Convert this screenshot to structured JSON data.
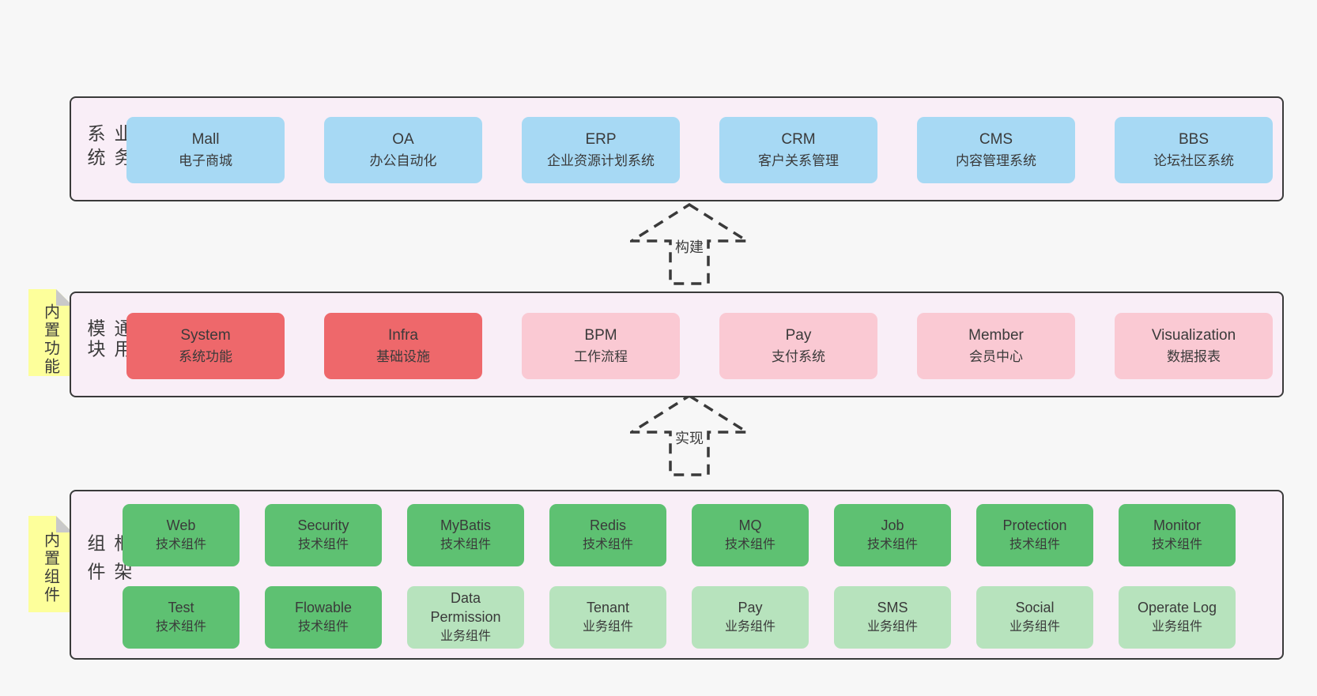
{
  "diagram": {
    "arrows": [
      {
        "id": "build",
        "label": "构建"
      },
      {
        "id": "implement",
        "label": "实现"
      }
    ],
    "stickies": [
      {
        "id": "features",
        "label": "内置功能"
      },
      {
        "id": "components",
        "label": "内置组件"
      }
    ]
  },
  "bands": [
    {
      "label": "业务系统",
      "boxes": [
        {
          "name": "Mall",
          "desc": "电子商城",
          "variant": "blue"
        },
        {
          "name": "OA",
          "desc": "办公自动化",
          "variant": "blue"
        },
        {
          "name": "ERP",
          "desc": "企业资源计划系统",
          "variant": "blue"
        },
        {
          "name": "CRM",
          "desc": "客户关系管理",
          "variant": "blue"
        },
        {
          "name": "CMS",
          "desc": "内容管理系统",
          "variant": "blue"
        },
        {
          "name": "BBS",
          "desc": "论坛社区系统",
          "variant": "blue"
        }
      ]
    },
    {
      "label": "通用模块",
      "boxes": [
        {
          "name": "System",
          "desc": "系统功能",
          "variant": "red"
        },
        {
          "name": "Infra",
          "desc": "基础设施",
          "variant": "red"
        },
        {
          "name": "BPM",
          "desc": "工作流程",
          "variant": "pink"
        },
        {
          "name": "Pay",
          "desc": "支付系统",
          "variant": "pink"
        },
        {
          "name": "Member",
          "desc": "会员中心",
          "variant": "pink"
        },
        {
          "name": "Visualization",
          "desc": "数据报表",
          "variant": "pink"
        }
      ]
    },
    {
      "label": "框架组件",
      "rows": [
        [
          {
            "name": "Web",
            "desc": "技术组件",
            "variant": "green-dark"
          },
          {
            "name": "Security",
            "desc": "技术组件",
            "variant": "green-dark"
          },
          {
            "name": "MyBatis",
            "desc": "技术组件",
            "variant": "green-dark"
          },
          {
            "name": "Redis",
            "desc": "技术组件",
            "variant": "green-dark"
          },
          {
            "name": "MQ",
            "desc": "技术组件",
            "variant": "green-dark"
          },
          {
            "name": "Job",
            "desc": "技术组件",
            "variant": "green-dark"
          },
          {
            "name": "Protection",
            "desc": "技术组件",
            "variant": "green-dark"
          },
          {
            "name": "Monitor",
            "desc": "技术组件",
            "variant": "green-dark"
          }
        ],
        [
          {
            "name": "Test",
            "desc": "技术组件",
            "variant": "green-dark"
          },
          {
            "name": "Flowable",
            "desc": "技术组件",
            "variant": "green-dark"
          },
          {
            "name": "Data Permission",
            "desc": "业务组件",
            "variant": "green-light"
          },
          {
            "name": "Tenant",
            "desc": "业务组件",
            "variant": "green-light"
          },
          {
            "name": "Pay",
            "desc": "业务组件",
            "variant": "green-light"
          },
          {
            "name": "SMS",
            "desc": "业务组件",
            "variant": "green-light"
          },
          {
            "name": "Social",
            "desc": "业务组件",
            "variant": "green-light"
          },
          {
            "name": "Operate Log",
            "desc": "业务组件",
            "variant": "green-light"
          }
        ]
      ]
    }
  ],
  "colors": {
    "background": "#f7f7f7",
    "band_fill": "#f9eef7",
    "band_border": "#3a3a3a",
    "blue_box": "#a7d9f4",
    "red_box": "#ee686b",
    "pink_box": "#fac9d3",
    "green_dark_box": "#5ec172",
    "green_light_box": "#b7e3bd",
    "sticky_yellow": "#fdff9b",
    "sticky_fold": "#c9c9c9",
    "text": "#3a3a3a"
  }
}
